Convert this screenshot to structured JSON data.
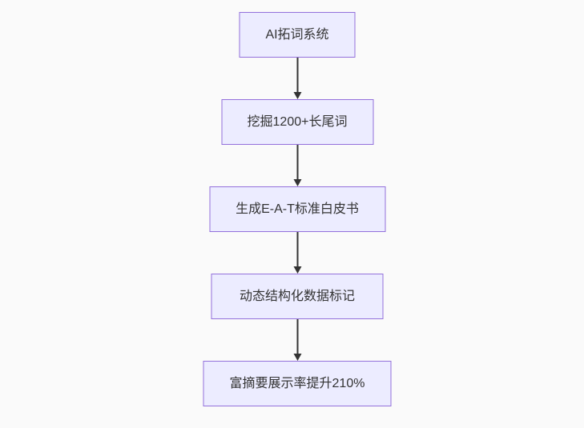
{
  "diagram": {
    "type": "flowchart",
    "direction": "top-down",
    "nodes": [
      {
        "id": "A",
        "label": "AI拓词系统"
      },
      {
        "id": "B",
        "label": "挖掘1200+长尾词"
      },
      {
        "id": "C",
        "label": "生成E-A-T标准白皮书"
      },
      {
        "id": "D",
        "label": "动态结构化数据标记"
      },
      {
        "id": "E",
        "label": "富摘要展示率提升210%"
      }
    ],
    "edges": [
      {
        "from": "A",
        "to": "B"
      },
      {
        "from": "B",
        "to": "C"
      },
      {
        "from": "C",
        "to": "D"
      },
      {
        "from": "D",
        "to": "E"
      }
    ]
  },
  "theme": {
    "node_fill": "#ececff",
    "node_border": "#9370db",
    "text_color": "#333333",
    "arrow_color": "#333333",
    "background": "#fafafa"
  }
}
